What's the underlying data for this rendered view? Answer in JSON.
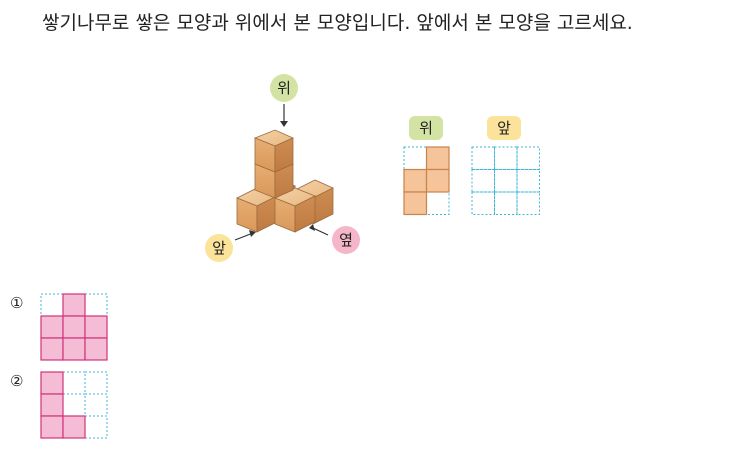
{
  "question": {
    "text": "쌓기나무로 쌓은 모양과 위에서 본 모양입니다. 앞에서 본 모양을 고르세요."
  },
  "figure": {
    "label_top": "위",
    "label_front": "앞",
    "label_side": "옆"
  },
  "views": {
    "top_label": "위",
    "front_label": "앞",
    "top_filled": [
      [
        0,
        1,
        0
      ],
      [
        1,
        1,
        0
      ],
      [
        1,
        0,
        0
      ]
    ],
    "fill_color": "#f5c49a",
    "front_background": "#ffffff"
  },
  "choices": [
    {
      "number": "①",
      "filled": [
        [
          0,
          1,
          0
        ],
        [
          1,
          1,
          1
        ],
        [
          1,
          1,
          1
        ]
      ]
    },
    {
      "number": "②",
      "filled": [
        [
          1,
          0,
          0
        ],
        [
          1,
          0,
          0
        ],
        [
          1,
          1,
          0
        ]
      ]
    }
  ],
  "colors": {
    "grid_dash": "#3bb6d8",
    "choice_fill": "#f5bcd6",
    "choice_border": "#d0347a",
    "view_fill": "#f5c49a",
    "view_border": "#c8844a"
  }
}
